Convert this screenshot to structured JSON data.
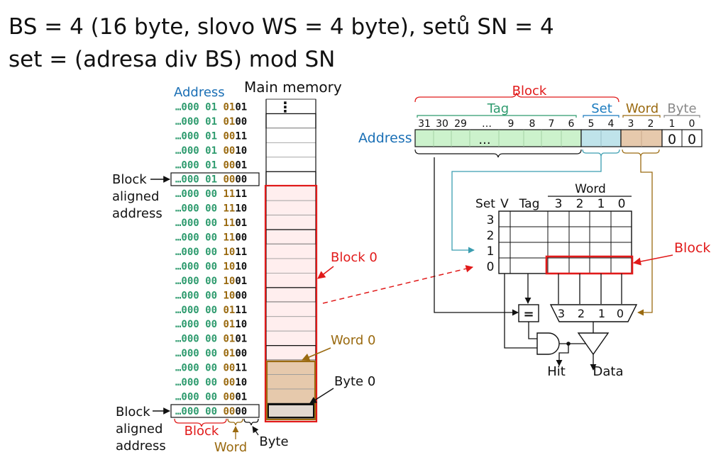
{
  "title": {
    "line1": "BS = 4 (16 byte, slovo WS = 4 byte), setů SN = 4",
    "line2": "set = (adresa div BS) mod SN"
  },
  "colors": {
    "tag": "#2e9b6e",
    "set": "#1a7bbf",
    "word": "#9a6a10",
    "byte": "#888888",
    "block": "#e11a1a",
    "address_label": "#1a6fb5",
    "tag_fill": "#ccf2cc",
    "set_fill": "#bfe3ea",
    "word_fill": "#e6c9ac",
    "block_fill": "#ffeeee",
    "byte_fill": "#e2d8d0",
    "set_arrow": "#3a9db0"
  },
  "memory": {
    "address_label": "Address",
    "main_memory_label": "Main memory",
    "ellipsis": "⋮",
    "rows": [
      {
        "a": "…000",
        "b": "01",
        "c": "01",
        "d": "01"
      },
      {
        "a": "…000",
        "b": "01",
        "c": "01",
        "d": "00"
      },
      {
        "a": "…000",
        "b": "01",
        "c": "00",
        "d": "11"
      },
      {
        "a": "…000",
        "b": "01",
        "c": "00",
        "d": "10"
      },
      {
        "a": "…000",
        "b": "01",
        "c": "00",
        "d": "01"
      },
      {
        "a": "…000",
        "b": "01",
        "c": "00",
        "d": "00"
      },
      {
        "a": "…000",
        "b": "00",
        "c": "11",
        "d": "11"
      },
      {
        "a": "…000",
        "b": "00",
        "c": "11",
        "d": "10"
      },
      {
        "a": "…000",
        "b": "00",
        "c": "11",
        "d": "01"
      },
      {
        "a": "…000",
        "b": "00",
        "c": "11",
        "d": "00"
      },
      {
        "a": "…000",
        "b": "00",
        "c": "10",
        "d": "11"
      },
      {
        "a": "…000",
        "b": "00",
        "c": "10",
        "d": "10"
      },
      {
        "a": "…000",
        "b": "00",
        "c": "10",
        "d": "01"
      },
      {
        "a": "…000",
        "b": "00",
        "c": "10",
        "d": "00"
      },
      {
        "a": "…000",
        "b": "00",
        "c": "01",
        "d": "11"
      },
      {
        "a": "…000",
        "b": "00",
        "c": "01",
        "d": "10"
      },
      {
        "a": "…000",
        "b": "00",
        "c": "01",
        "d": "01"
      },
      {
        "a": "…000",
        "b": "00",
        "c": "01",
        "d": "00"
      },
      {
        "a": "…000",
        "b": "00",
        "c": "00",
        "d": "11"
      },
      {
        "a": "…000",
        "b": "00",
        "c": "00",
        "d": "10"
      },
      {
        "a": "…000",
        "b": "00",
        "c": "00",
        "d": "01"
      },
      {
        "a": "…000",
        "b": "00",
        "c": "00",
        "d": "00"
      }
    ],
    "block_aligned_1": [
      "Block",
      "aligned",
      "address"
    ],
    "block_aligned_2": [
      "Block",
      "aligned",
      "address"
    ],
    "block0_label": "Block 0",
    "word0_label": "Word 0",
    "byte0_label": "Byte 0",
    "brace_block": "Block",
    "brace_word": "Word",
    "brace_byte": "Byte"
  },
  "address_fields": {
    "block_label": "Block",
    "tag_label": "Tag",
    "set_label": "Set",
    "word_label": "Word",
    "byte_label": "Byte",
    "address_label": "Address",
    "bit_numbers": [
      "31",
      "30",
      "29",
      "…",
      "9",
      "8",
      "7",
      "6",
      "5",
      "4",
      "3",
      "2",
      "1",
      "0"
    ],
    "tag_value": "...",
    "byte_values": [
      "0",
      "0"
    ]
  },
  "cache": {
    "word_label": "Word",
    "set_col": "Set",
    "v_col": "V",
    "tag_col": "Tag",
    "word_cols": [
      "3",
      "2",
      "1",
      "0"
    ],
    "set_rows": [
      "3",
      "2",
      "1",
      "0"
    ],
    "comparator": "=",
    "mux_inputs": [
      "3",
      "2",
      "1",
      "0"
    ],
    "block_label": "Block",
    "hit_label": "Hit",
    "data_label": "Data"
  }
}
